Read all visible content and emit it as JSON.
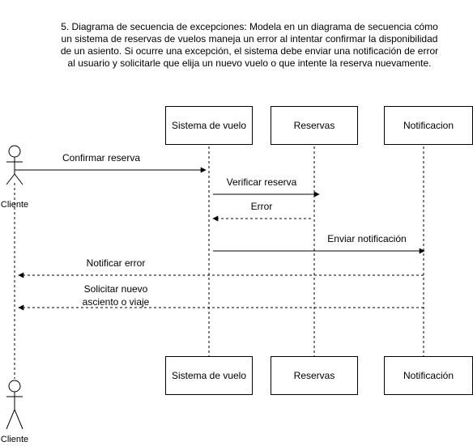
{
  "description": "5. Diagrama de secuencia de excepciones: Modela en un diagrama de secuencia cómo\nun sistema de reservas de vuelos maneja un error al intentar confirmar la disponibilidad\nde un asiento. Si ocurre una excepción, el sistema debe enviar una notificación de error\nal usuario y solicitarle que elija un nuevo vuelo o que intente la reserva nuevamente.",
  "actor": {
    "top_label": "Cliente",
    "bottom_label": "Cliente"
  },
  "lifelines": {
    "sistema_top": "Sistema de vuelo",
    "reservas_top": "Reservas",
    "notificacion_top": "Notificacion",
    "sistema_bottom": "Sistema de vuelo",
    "reservas_bottom": "Reservas",
    "notificacion_bottom": "Notificación"
  },
  "messages": {
    "m1": "Confirmar reserva",
    "m2": "Verificar reserva",
    "m3": "Error",
    "m4": "Enviar notificación",
    "m5": "Notificar error",
    "m6": "Solicitar nuevo\nasciento o viaje"
  }
}
